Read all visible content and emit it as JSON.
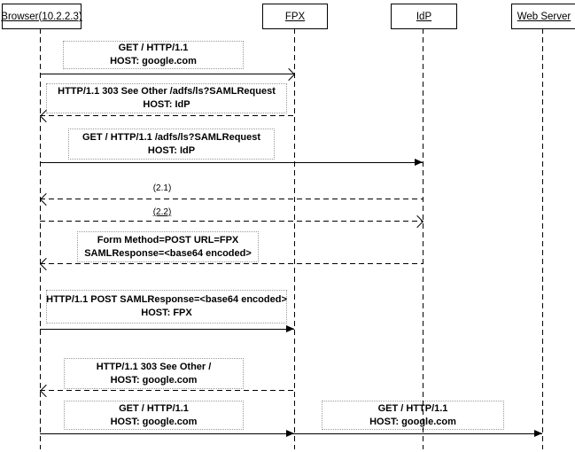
{
  "actors": [
    {
      "label": "Browser(10.2.2.3)"
    },
    {
      "label": "FPX"
    },
    {
      "label": "IdP"
    },
    {
      "label": "Web Server"
    }
  ],
  "messages": [
    {
      "line1": "GET / HTTP/1.1",
      "line2": "HOST: google.com"
    },
    {
      "line1": "HTTP/1.1 303 See Other  /adfs/ls?SAMLRequest",
      "line2": "HOST: IdP"
    },
    {
      "line1": "GET / HTTP/1.1  /adfs/ls?SAMLRequest",
      "line2": "HOST: IdP"
    },
    {
      "label": "(2.1)"
    },
    {
      "label": "(2.2)"
    },
    {
      "line1": "Form Method=POST URL=FPX",
      "line2": "SAMLResponse=<base64 encoded>"
    },
    {
      "line1": "HTTP/1.1 POST  SAMLResponse=<base64 encoded>",
      "line2": "HOST: FPX"
    },
    {
      "line1": "HTTP/1.1 303 See Other /",
      "line2": "HOST: google.com"
    },
    {
      "line1": "GET / HTTP/1.1",
      "line2": "HOST: google.com"
    },
    {
      "line1": "GET / HTTP/1.1",
      "line2": "HOST: google.com"
    }
  ]
}
